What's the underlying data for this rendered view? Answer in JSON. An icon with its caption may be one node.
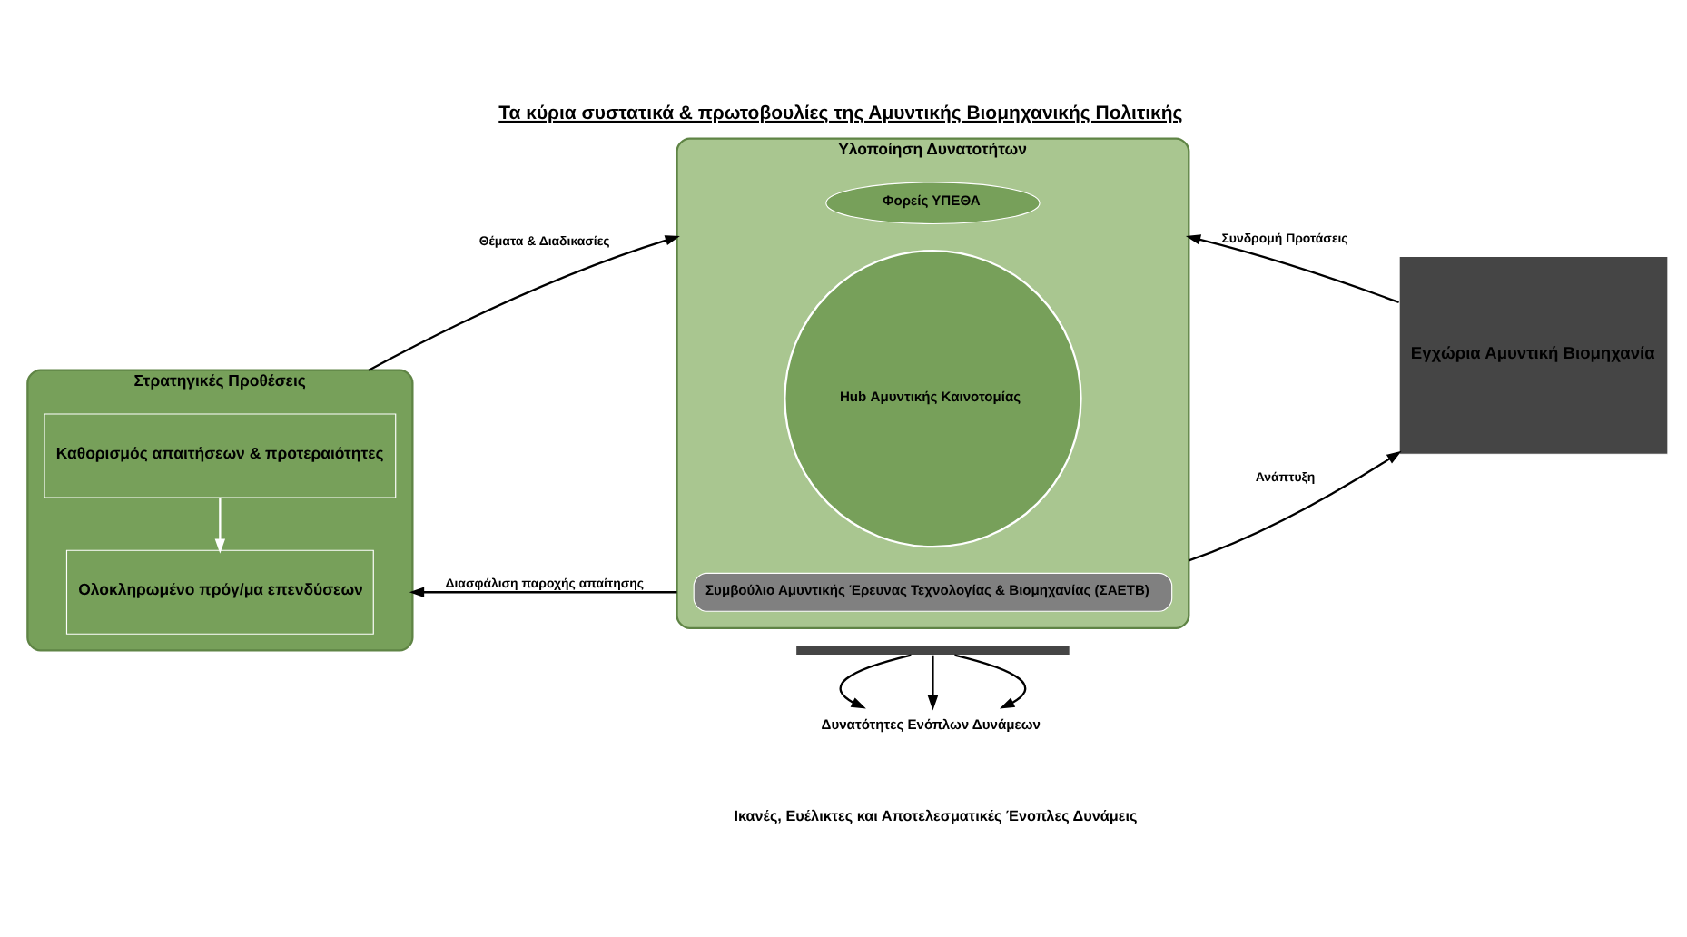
{
  "diagram": {
    "title": "Τα κύρια συστατικά & πρωτοβουλίες της Αμυντικής Βιομηχανικής Πολιτικής",
    "nodes": [
      {
        "text": [
          "Στρατηγικές Προθέσεις"
        ]
      },
      {
        "text": [
          "Καθορισμός απαιτήσεων & προτεραιότητες"
        ],
        "in": 0
      },
      {
        "text": [
          "Ολοκληρωμένο πρόγ/μα επενδύσεων"
        ],
        "in": 0
      },
      {
        "text": [
          "Υλοποίηση Δυνατοτήτων"
        ]
      },
      {
        "text": [
          "Φορείς ΥΠΕΘΑ"
        ],
        "in": 3
      },
      {
        "text": [
          "Hub Αμυντικής Καινοτομίας"
        ],
        "in": 3
      },
      {
        "text": [
          "Συμβούλιο Αμυντικής Έρευνας Τεχνολογίας & Βιομηχανίας (ΣΑΕΤΒ)"
        ],
        "in": 3
      },
      {
        "text": [
          "Εγχώρια Αμυντική Βιομηχανία"
        ]
      },
      {
        "text": [],
        "shape": "bar"
      },
      {
        "text": [
          "Δυνατότητες Ενόπλων Δυνάμεων"
        ]
      }
    ],
    "edges": [
      {
        "from": 1,
        "to": 2,
        "arrow": "to",
        "color": "#ffffff"
      },
      {
        "from": 0,
        "to": 3,
        "arrow": "to",
        "label": "Θέματα & Διαδικασίες"
      },
      {
        "from": 3,
        "to": 0,
        "arrow": "to",
        "label": "Διασφάλιση παροχής απαίτησης"
      },
      {
        "from": 7,
        "to": 3,
        "arrow": "to",
        "label": "Συνδρομή Προτάσεις"
      },
      {
        "from": 3,
        "to": 7,
        "arrow": "to",
        "label": "Ανάπτυξη"
      },
      {
        "from": 8,
        "to": 9,
        "arrow": "to"
      },
      {
        "from": 8,
        "to": 9,
        "arrow": "to"
      },
      {
        "from": 8,
        "to": 9,
        "arrow": "to"
      }
    ],
    "labels": [
      "Ικανές, Ευέλικτες και Αποτελεσματικές Ένοπλες Δυνάμεις"
    ]
  }
}
